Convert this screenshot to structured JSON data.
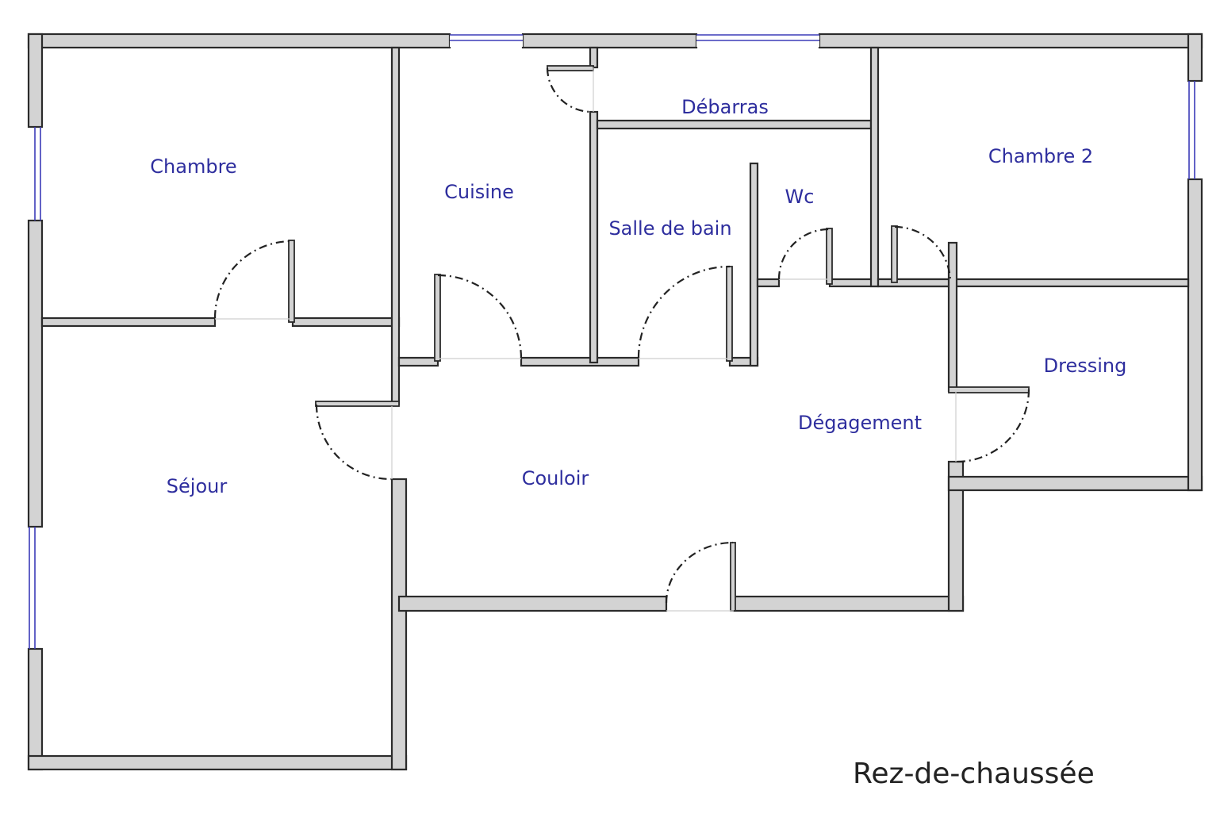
{
  "plan": {
    "title": "Rez-de-chaussée",
    "colors": {
      "wall_fill": "#d3d3d3",
      "wall_outline": "#2b2b2b",
      "window": "#3b3bb8",
      "label": "#2e2e9e",
      "door_swing": "#222222"
    },
    "rooms": [
      {
        "id": "chambre",
        "label": "Chambre"
      },
      {
        "id": "cuisine",
        "label": "Cuisine"
      },
      {
        "id": "debarras",
        "label": "Débarras"
      },
      {
        "id": "salle-de-bain",
        "label": "Salle de bain"
      },
      {
        "id": "wc",
        "label": "Wc"
      },
      {
        "id": "chambre-2",
        "label": "Chambre 2"
      },
      {
        "id": "dressing",
        "label": "Dressing"
      },
      {
        "id": "degagement",
        "label": "Dégagement"
      },
      {
        "id": "couloir",
        "label": "Couloir"
      },
      {
        "id": "sejour",
        "label": "Séjour"
      }
    ],
    "windows": [
      "chambre-west",
      "cuisine-north",
      "debarras-north",
      "chambre-2-east",
      "sejour-west"
    ],
    "doors": [
      "chambre-door",
      "cuisine-door",
      "debarras-door",
      "salle-de-bain-door",
      "wc-door",
      "chambre-2-door",
      "dressing-door",
      "sejour-door",
      "entrance-door"
    ]
  }
}
